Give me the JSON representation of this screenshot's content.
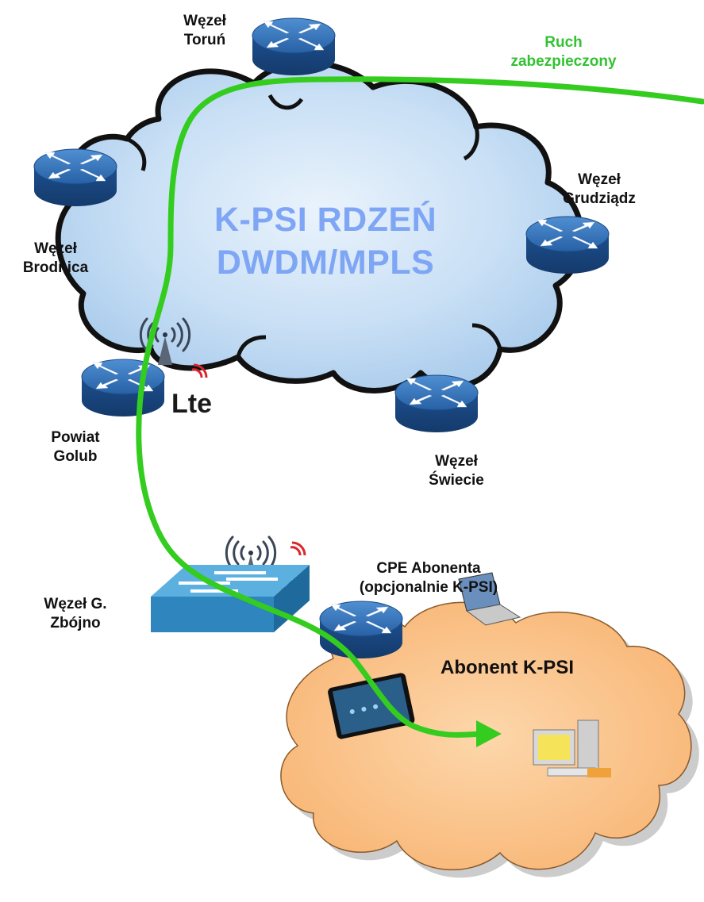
{
  "core": {
    "line1": "K-PSI RDZEŃ",
    "line2": "DWDM/MPLS"
  },
  "traffic": {
    "line1": "Ruch",
    "line2": "zabezpieczony",
    "color": "#33cc1f"
  },
  "nodes": {
    "torun": {
      "line1": "Węzeł",
      "line2": "Toruń"
    },
    "brodnica": {
      "line1": "Węzeł",
      "line2": "Brodnica"
    },
    "grudziadz": {
      "line1": "Węzeł",
      "line2": "Grudziądz"
    },
    "golub": {
      "line1": "Powiat",
      "line2": "Golub"
    },
    "swiecie": {
      "line1": "Węzeł",
      "line2": "Świecie"
    },
    "zbojno": {
      "line1": "Węzeł G.",
      "line2": "Zbójno"
    },
    "cpe": {
      "line1": "CPE Abonenta",
      "line2": "(opcjonalnie K-PSI)"
    }
  },
  "subscriber": {
    "title": "Abonent K-PSI",
    "cloud_color": "#fbc58c"
  },
  "lte_logo": "Lte",
  "colors": {
    "core_cloud": "#c6ddf4",
    "router": "#2f6fb3",
    "switch": "#3b97cf",
    "core_text": "#7fa6f5"
  },
  "icons": [
    "router-icon",
    "switch-icon",
    "antenna-icon",
    "lte-logo",
    "tablet-icon",
    "desktop-pc-icon",
    "laptop-icon"
  ]
}
